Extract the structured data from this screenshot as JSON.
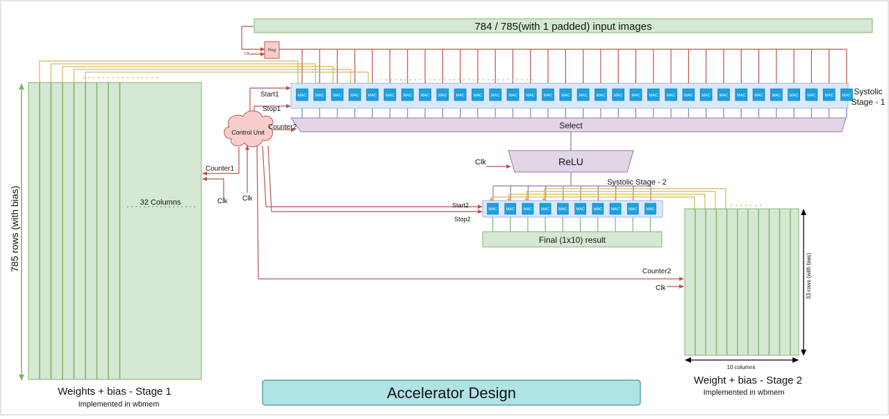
{
  "title": "Accelerator Design",
  "input_banner": "784 / 785(with 1 padded) input images",
  "register": {
    "label": "Reg",
    "clk": "Clk"
  },
  "control_unit": "Control Unit",
  "mac_label": "MAC",
  "stage1": {
    "mac_count": 32,
    "label_line1": "Systolic",
    "label_line2": "Stage - 1",
    "start": "Start1",
    "stop": "Stop1",
    "counter": "Counter2"
  },
  "select": "Select",
  "relu": {
    "label": "ReLU",
    "clk": "Clk"
  },
  "stage2": {
    "mac_count": 10,
    "label": "Systolic Stage - 2",
    "start": "Start2",
    "stop": "Stop2"
  },
  "final_result": "Final (1x10) result",
  "weights1": {
    "title": "Weights + bias - Stage 1",
    "subtitle": "Implemented in wbmem",
    "rows_label": "785 rows (with bias)",
    "columns_label": "32 Columns",
    "counter": "Counter1",
    "clk": "Clk",
    "visible_columns": 8
  },
  "weights2": {
    "title": "Weight + bias - Stage 2",
    "subtitle": "Implemented in wbmem",
    "rows_label": "33 rows (with bias)",
    "columns_label": "10 columns",
    "counter": "Counter2",
    "clk": "Clk",
    "column_count": 10
  },
  "cu_clk": "Clk",
  "colors": {
    "green_fill": "#d5e8d4",
    "green_stroke": "#82b366",
    "purple_fill": "#e1d5e7",
    "purple_stroke": "#9673a6",
    "mac_fill": "#1ba1e2",
    "red_wire": "#b85450",
    "orange_wire": "#d6b656",
    "blue_wire": "#6c8ebf",
    "cloud_fill": "#f8cecc",
    "title_fill": "#b0e3e6",
    "title_stroke": "#0e8088"
  }
}
